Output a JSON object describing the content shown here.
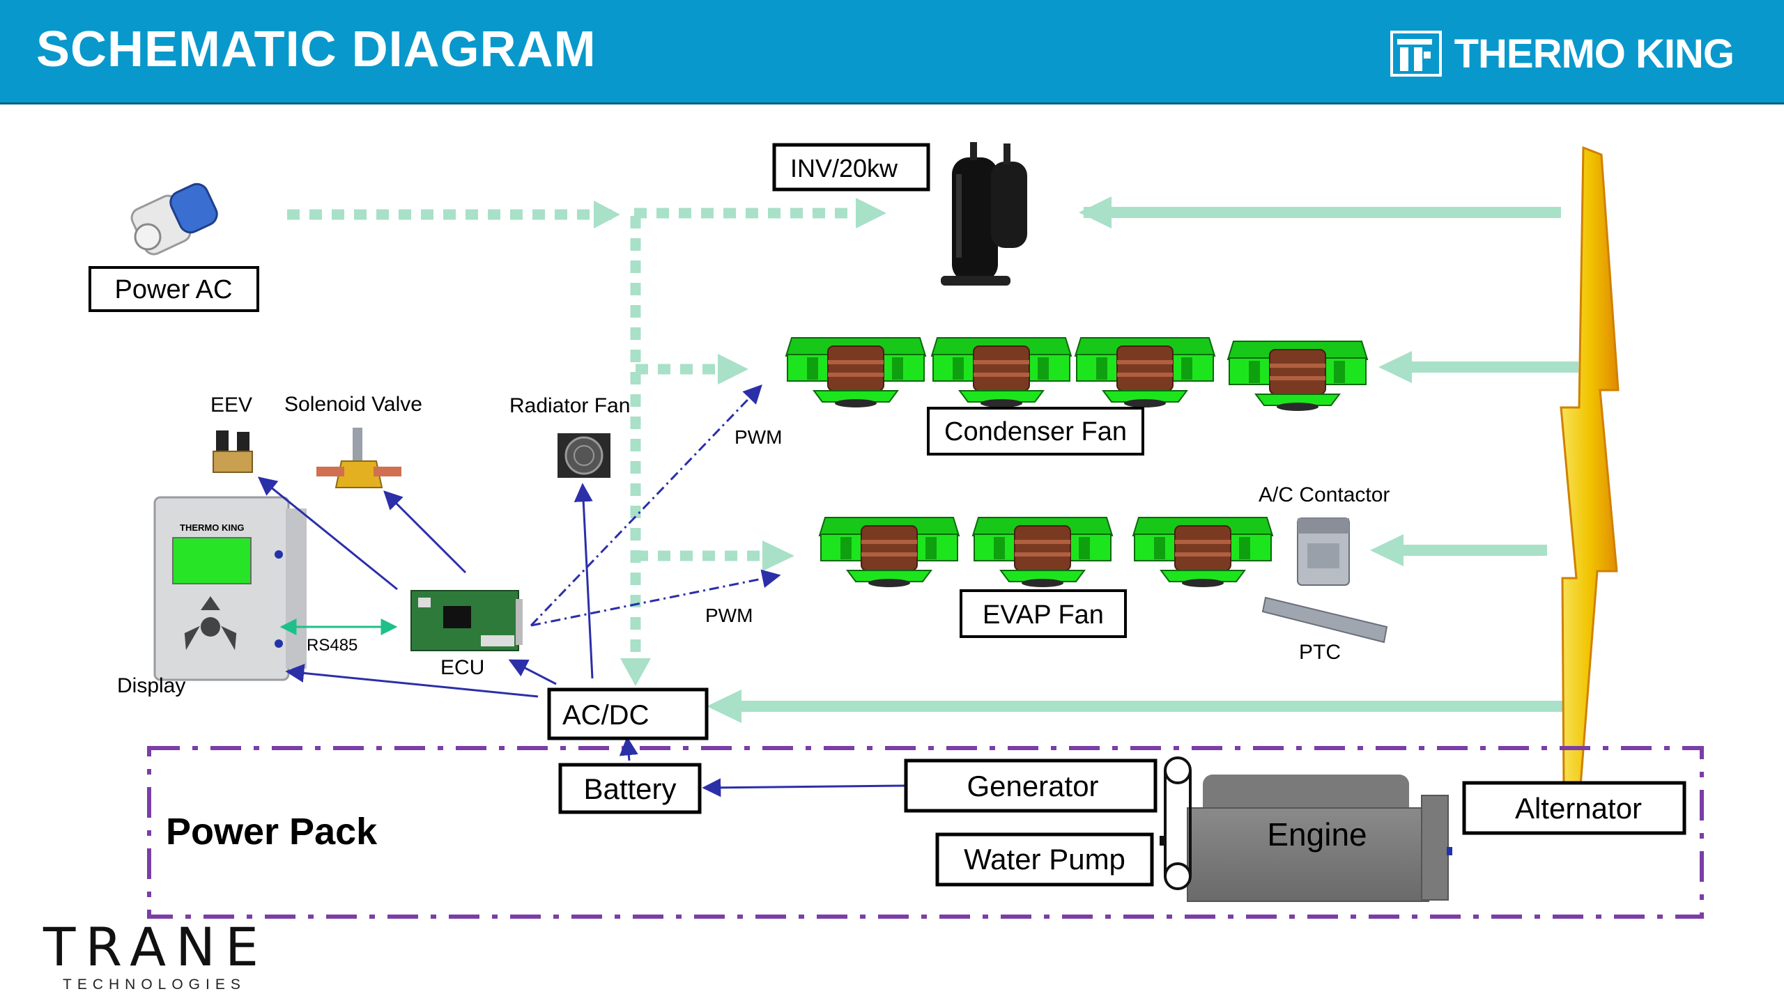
{
  "header": {
    "title": "SCHEMATIC DIAGRAM",
    "brand": "THERMO KING"
  },
  "components": {
    "power_ac": "Power AC",
    "inverter": "INV/20kw",
    "condenser_fan": "Condenser Fan",
    "evap_fan": "EVAP Fan",
    "ac_contactor": "A/C Contactor",
    "ptc": "PTC",
    "eev": "EEV",
    "solenoid_valve": "Solenoid Valve",
    "radiator_fan": "Radiator Fan",
    "pwm_1": "PWM",
    "pwm_2": "PWM",
    "rs485": "RS485",
    "ecu": "ECU",
    "display": "Display",
    "acdc": "AC/DC",
    "battery": "Battery",
    "generator": "Generator",
    "water_pump": "Water Pump",
    "engine": "Engine",
    "alternator": "Alternator",
    "power_pack": "Power Pack",
    "display_brand": "THERMO KING"
  },
  "footer": {
    "logo": "TRANE",
    "logo_sub": "TECHNOLOGIES"
  },
  "colors": {
    "header_bg": "#0898cc",
    "power_line": "#a8e0c8",
    "signal_line": "#2b2fa8",
    "rs485_line": "#1fbf8a",
    "power_pack_border": "#7a3ea6",
    "fan_green": "#1de51d",
    "fan_brown": "#7a3a22",
    "bolt": "#f2c400"
  }
}
